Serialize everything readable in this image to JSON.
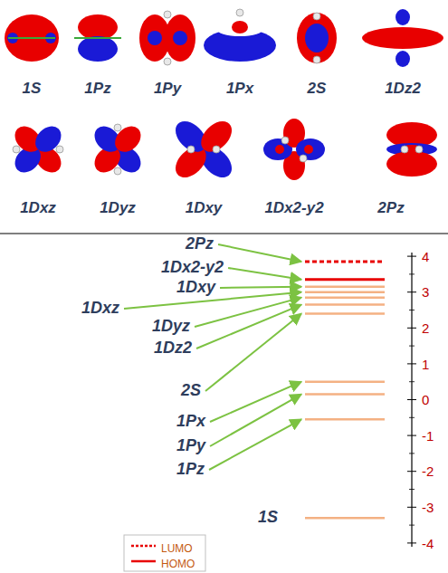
{
  "diagram": {
    "labels": [
      "1S",
      "1Pz",
      "1Py",
      "1Px",
      "2S",
      "1Dz2",
      "1Dxz",
      "1Dyz",
      "1Dxy",
      "1Dx2-y2",
      "2Pz",
      "2Pz",
      "1Dx2-y2",
      "1Dxy",
      "1Dxz",
      "1Dyz",
      "1Dz2",
      "2S",
      "1Px",
      "1Py",
      "1Pz",
      "1S",
      "4",
      "3",
      "2",
      "1",
      "0",
      "-1",
      "-2",
      "-3",
      "-4"
    ],
    "legend": [
      {
        "text": "LUMO"
      },
      {
        "text": "HOMO"
      }
    ]
  }
}
